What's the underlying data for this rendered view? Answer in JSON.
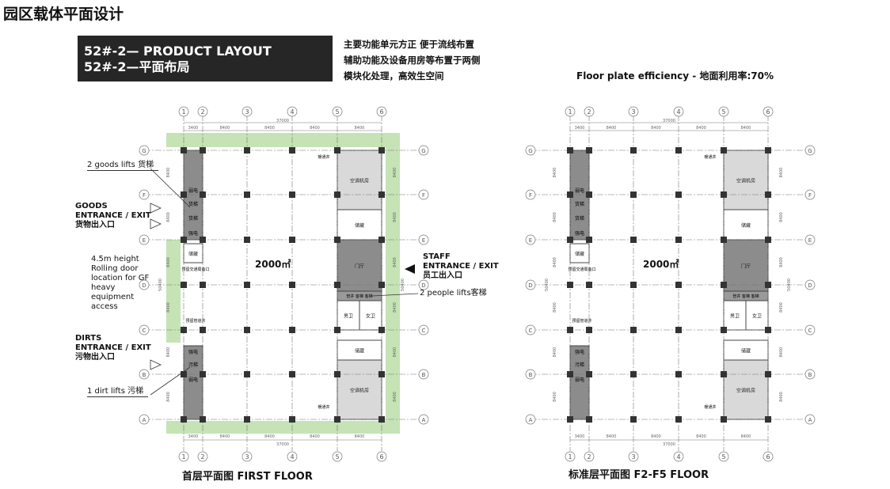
{
  "page_title": "园区载体平面设计",
  "banner": {
    "line1": "52#-2— PRODUCT LAYOUT",
    "line2": "52#-2—平面布局"
  },
  "notes": [
    "主要功能单元方正 便于流线布置",
    "辅助功能及设备用房等布置于两侧",
    "模块化处理，高效生空间"
  ],
  "efficiency": "Floor plate efficiency - 地面利用率:70%",
  "plans": [
    {
      "caption": "首层平面图 FIRST FLOOR",
      "area": "2000㎡"
    },
    {
      "caption": "标准层平面图 F2-F5 FLOOR",
      "area": "2000㎡"
    }
  ],
  "grid": {
    "cols": [
      "1",
      "2",
      "3",
      "4",
      "5",
      "6"
    ],
    "rows": [
      "G",
      "F",
      "E",
      "D",
      "C",
      "B",
      "A"
    ],
    "col_dims": [
      "3400",
      "8400",
      "8400",
      "8400",
      "8400"
    ],
    "total": "37000",
    "row_dims": [
      "8400",
      "8400",
      "8400",
      "8400",
      "8400",
      "8400"
    ],
    "row_total": "50400"
  },
  "rooms": {
    "ac": "空调机房",
    "storage": "储藏",
    "lobby": "门厅",
    "male": "男卫",
    "female": "女卫",
    "weak": "弱电",
    "strong": "强电",
    "goods_lift": "货梯",
    "dirt_lift": "污梯",
    "pipe": "预留管道井",
    "shaft": "暖通井",
    "rolling": "预留交通局备口",
    "well": "管井",
    "lift": "客梯"
  },
  "annotations": {
    "goods_lifts": "2 goods lifts 货梯",
    "goods_entrance": [
      "GOODS",
      "ENTRANCE / EXIT",
      "货物出入口"
    ],
    "rolling_door": [
      "4.5m height",
      "Rolling door",
      "location for GF",
      "heavy",
      "equipment",
      "access"
    ],
    "dirts_entrance": [
      "DIRTS",
      "ENTRANCE / EXIT",
      "污物出入口"
    ],
    "dirt_lifts": "1 dirt lifts 污梯",
    "staff_entrance": [
      "STAFF",
      "ENTRANCE / EXIT",
      "员工出入口"
    ],
    "people_lifts": "2 people lifts客梯"
  },
  "colors": {
    "green": "#c5e3b5",
    "dark": "#8c8c8c",
    "light": "#d9d9d9",
    "banner": "#262626"
  }
}
